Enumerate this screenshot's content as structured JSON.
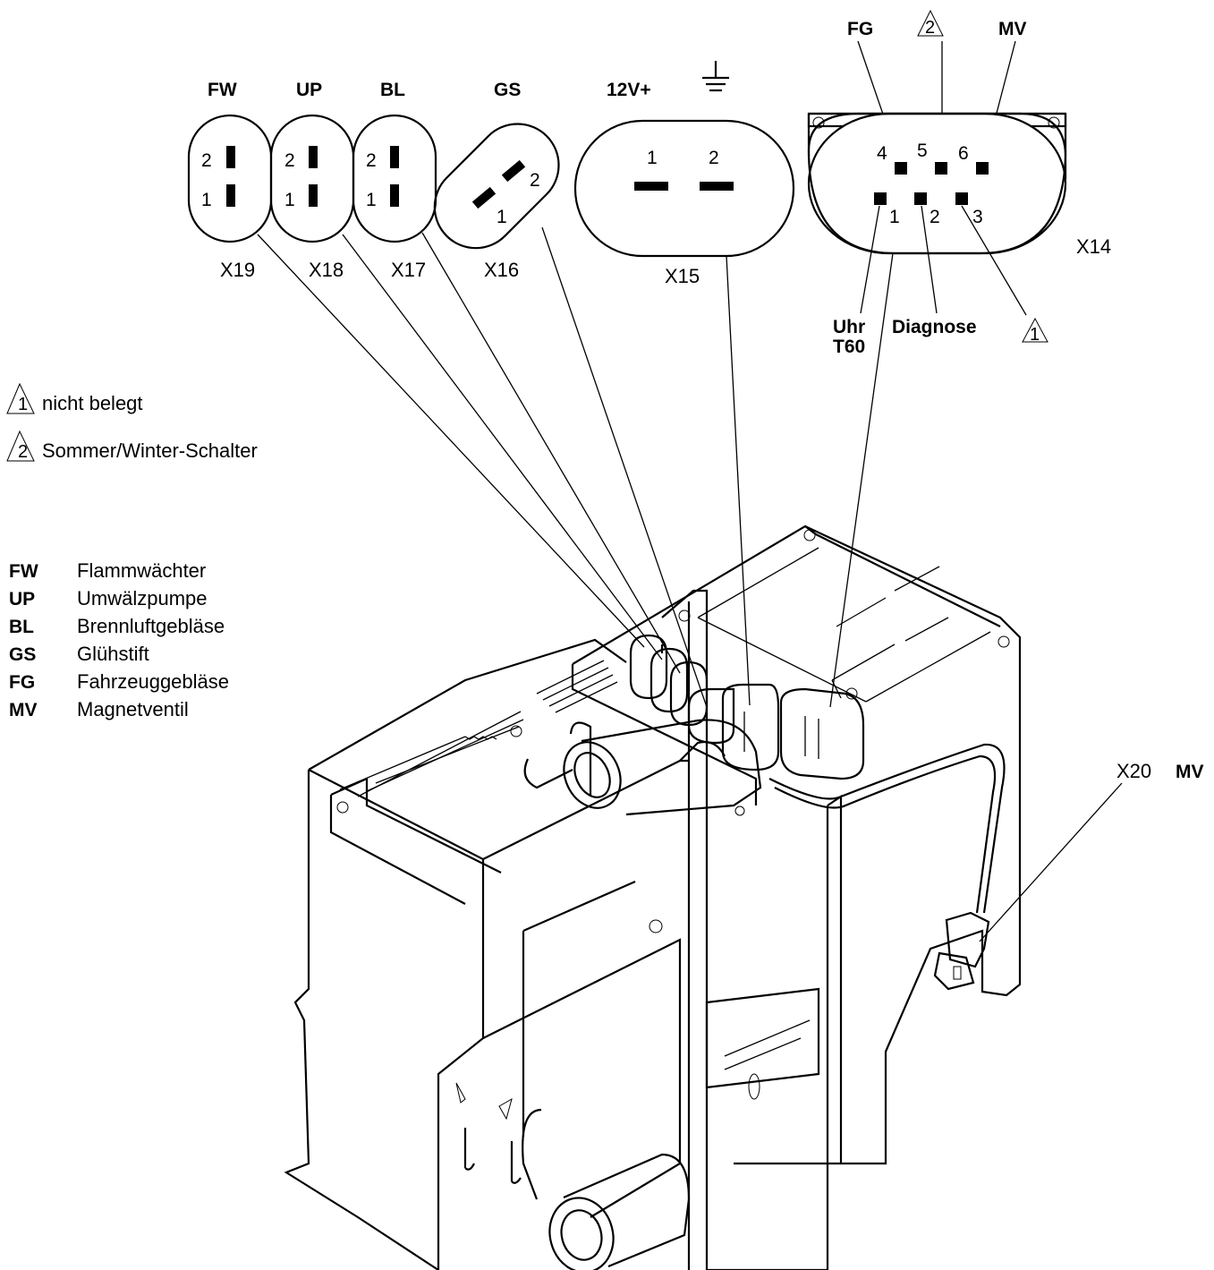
{
  "connectors": [
    {
      "id": "X19",
      "signal": "FW",
      "pins": [
        "2",
        "1"
      ]
    },
    {
      "id": "X18",
      "signal": "UP",
      "pins": [
        "2",
        "1"
      ]
    },
    {
      "id": "X17",
      "signal": "BL",
      "pins": [
        "2",
        "1"
      ]
    },
    {
      "id": "X16",
      "signal": "GS",
      "pins": [
        "2",
        "1"
      ]
    },
    {
      "id": "X15",
      "signal": "12V+",
      "pins": [
        "1",
        "2"
      ]
    },
    {
      "id": "X14",
      "pins": [
        "4",
        "5",
        "6",
        "1",
        "2",
        "3"
      ],
      "top_labels": [
        "FG",
        "2",
        "MV"
      ],
      "bottom_labels": [
        "Uhr",
        "T60",
        "Diagnose",
        "1"
      ]
    },
    {
      "id": "X20",
      "signal": "MV"
    }
  ],
  "notes": [
    {
      "mark": "1",
      "text": "nicht belegt"
    },
    {
      "mark": "2",
      "text": "Sommer/Winter-Schalter"
    }
  ],
  "legend": [
    {
      "abbr": "FW",
      "text": "Flammwächter"
    },
    {
      "abbr": "UP",
      "text": "Umwälzpumpe"
    },
    {
      "abbr": "BL",
      "text": "Brennluftgebläse"
    },
    {
      "abbr": "GS",
      "text": "Glühstift"
    },
    {
      "abbr": "FG",
      "text": "Fahrzeuggebläse"
    },
    {
      "abbr": "MV",
      "text": "Magnetventil"
    }
  ],
  "icons": [
    "ground-icon",
    "warning-triangle-icon"
  ]
}
